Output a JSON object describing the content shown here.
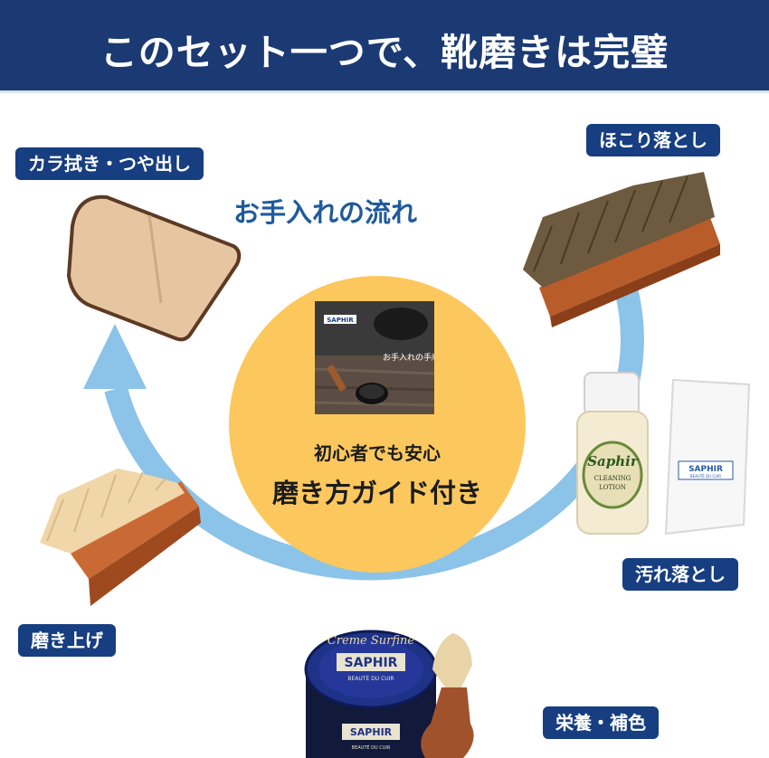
{
  "header": {
    "title": "このセット一つで、靴磨きは完璧"
  },
  "flow": {
    "title": "お手入れの流れ"
  },
  "center": {
    "guide_subtitle": "初心者でも安心",
    "guide_title": "磨き方ガイド付き",
    "booklet_brand": "SAPHIR",
    "booklet_caption": "お手入れの手順"
  },
  "steps": {
    "dust_removal": "ほこり落とし",
    "dirt_removal": "汚れ落とし",
    "nourish_color": "栄養・補色",
    "polishing": "磨き上げ",
    "dry_buff": "カラ拭き・つや出し"
  },
  "products": {
    "lotion_brand": "Saphir",
    "lotion_name_1": "CLEANING",
    "lotion_name_2": "LOTION",
    "cloth_brand": "SAPHIR",
    "cloth_sub": "BEAUTÉ DU CUIR",
    "cream_name": "Creme Surfine",
    "cream_brand": "SAPHIR",
    "cream_sub": "BEAUTÉ DU CUIR",
    "jar_brand": "SAPHIR",
    "jar_sub": "BEAUTÉ DU CUIR"
  },
  "colors": {
    "header_bg": "#1b3a73",
    "label_bg": "#163e80",
    "circle_yellow": "#fcc85d",
    "arrow_blue": "#8cc3e8",
    "flow_title": "#1f5a9c"
  }
}
